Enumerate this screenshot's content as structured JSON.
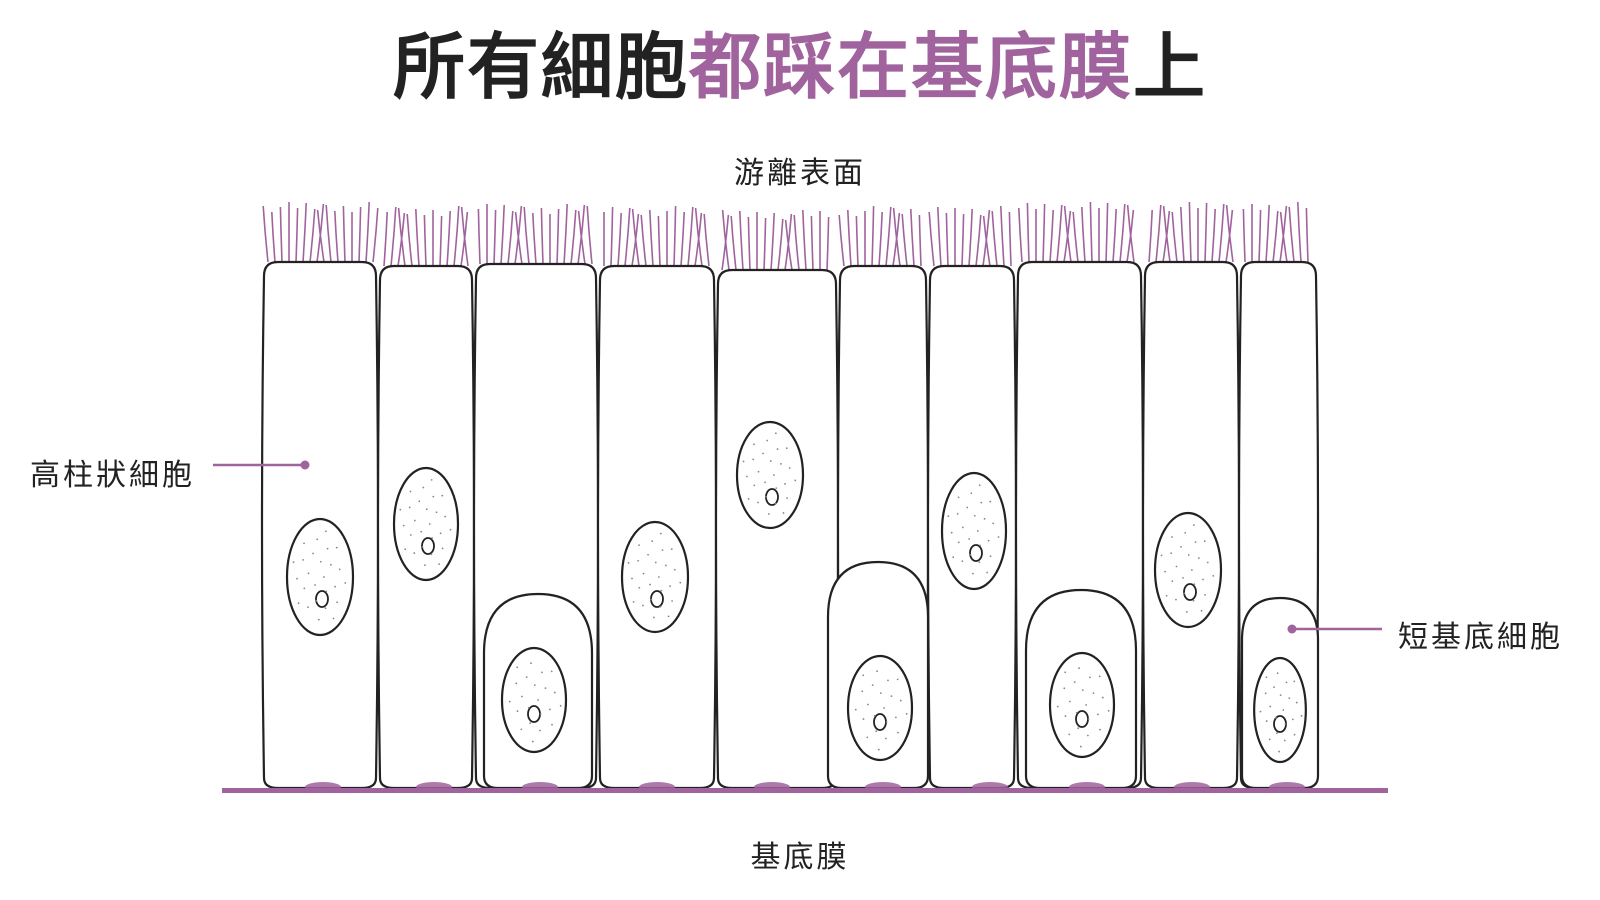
{
  "title": {
    "dark_part": "所有細胞",
    "accent_part": "都踩在基底膜",
    "end_part": "上"
  },
  "labels": {
    "apical_surface": "游離表面",
    "basement_membrane": "基底膜",
    "tall_columnar_cell": "高柱狀細胞",
    "short_basal_cell": "短基底細胞"
  },
  "colors": {
    "accent": "#a0639d",
    "ink": "#222222",
    "background": "#ffffff"
  }
}
